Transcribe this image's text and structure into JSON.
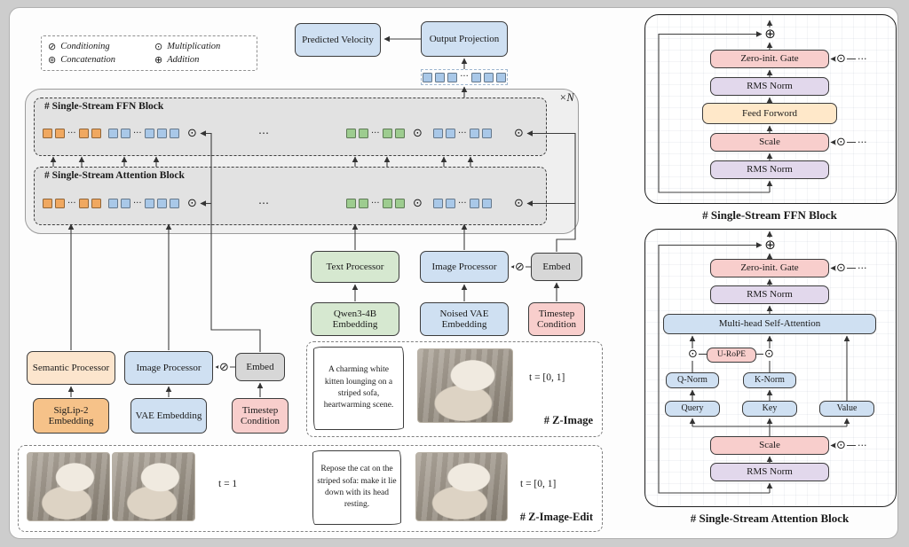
{
  "colors": {
    "box_blue": "#cfe0f2",
    "box_green": "#d6e8d0",
    "box_peach": "#fce5cd",
    "box_orange": "#f6c289",
    "box_pink": "#f8cecc",
    "box_purple": "#e2d8ec",
    "box_cream": "#ffe8c9",
    "box_gray": "#d7d7d7",
    "tok_orange": "#f0a860",
    "tok_blue": "#a9c8e8",
    "tok_green": "#9dcc8f",
    "panel_gray": "#efefef",
    "block_gray": "#e2e2e2"
  },
  "ops": {
    "multiply": "⊙",
    "add": "⊕",
    "conditioning": "⊘",
    "concat": "⊚",
    "dots": "···",
    "mid_dots": "⋯"
  },
  "legend": {
    "items": [
      {
        "symbol": "⊘",
        "label": "Conditioning"
      },
      {
        "symbol": "⊙",
        "label": "Multiplication"
      },
      {
        "symbol": "⊚",
        "label": "Concatenation"
      },
      {
        "symbol": "⊕",
        "label": "Addition"
      }
    ]
  },
  "top": {
    "predicted_velocity": "Predicted Velocity",
    "output_projection": "Output Projection",
    "repeat_label": "×N"
  },
  "stream": {
    "ffn_title": "# Single-Stream FFN Block",
    "attn_title": "# Single-Stream Attention Block",
    "ffn_tokens": {
      "g1": [
        "o",
        "o",
        "…",
        "o",
        "o"
      ],
      "g2": [
        "b",
        "b",
        "…",
        "b",
        "b",
        "b"
      ],
      "g3": [
        "g",
        "g",
        "…",
        "g",
        "g"
      ],
      "g4": [
        "b",
        "b",
        "…",
        "b",
        "b"
      ]
    },
    "attn_tokens": {
      "g1": [
        "o",
        "o",
        "…",
        "o",
        "o"
      ],
      "g2": [
        "b",
        "b",
        "…",
        "b",
        "b",
        "b"
      ],
      "g3": [
        "g",
        "g",
        "…",
        "g",
        "g"
      ],
      "g4": [
        "b",
        "b",
        "…",
        "b",
        "b"
      ]
    },
    "output_tokens": [
      "b",
      "b",
      "b",
      "…",
      "b",
      "b",
      "b"
    ]
  },
  "processors": {
    "semantic": {
      "label": "Semantic Processor",
      "embedding": "SigLip-2 Embedding"
    },
    "image_left": {
      "label": "Image Processor",
      "embedding": "VAE Embedding"
    },
    "embed_left": {
      "label": "Embed",
      "condition": "Timestep Condition"
    },
    "text": {
      "label": "Text Processor",
      "embedding": "Qwen3-4B Embedding"
    },
    "image_right": {
      "label": "Image Processor",
      "embedding": "Noised VAE Embedding"
    },
    "embed_right": {
      "label": "Embed",
      "condition": "Timestep Condition"
    }
  },
  "z_image": {
    "title": "# Z-Image",
    "prompt": "A charming white kitten lounging on a striped sofa, heartwarming scene.",
    "t_label": "t = [0, 1]",
    "photo": "white cat on striped sofa"
  },
  "z_image_edit": {
    "title": "# Z-Image-Edit",
    "t_input_label": "t = 1",
    "prompt": "Repose the cat on the striped sofa: make it lie down with its head resting.",
    "t_label": "t = [0, 1]",
    "photos": [
      "input cat photo",
      "input cat photo",
      "edited cat photo"
    ]
  },
  "ffn_detail": {
    "caption": "# Single-Stream FFN Block",
    "gate": "Zero-init. Gate",
    "rms_top": "RMS Norm",
    "ffn": "Feed Forword",
    "scale": "Scale",
    "rms_bottom": "RMS Norm"
  },
  "attn_detail": {
    "caption": "# Single-Stream Attention Block",
    "gate": "Zero-init. Gate",
    "rms_top": "RMS Norm",
    "mhsa": "Multi-head Self-Attention",
    "urope": "U-RoPE",
    "q_norm": "Q-Norm",
    "k_norm": "K-Norm",
    "query": "Query",
    "key": "Key",
    "value": "Value",
    "scale": "Scale",
    "rms_bottom": "RMS Norm"
  }
}
